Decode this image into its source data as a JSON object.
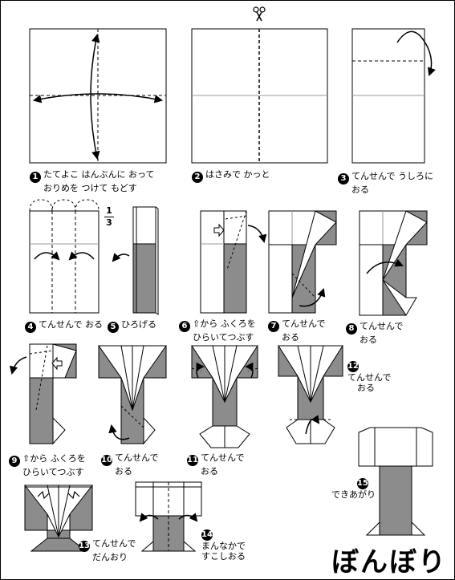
{
  "title": "ぼんぼり",
  "fraction": {
    "numerator": "1",
    "denominator": "3"
  },
  "steps": [
    {
      "num": "1",
      "line1": "たてよこ はんぶんに おって",
      "line2": "おりめを つけて もどす"
    },
    {
      "num": "2",
      "line1": "はさみで かっと",
      "line2": ""
    },
    {
      "num": "3",
      "line1": "てんせんで うしろに",
      "line2": "おる"
    },
    {
      "num": "4",
      "line1": "てんせんで おる",
      "line2": ""
    },
    {
      "num": "5",
      "line1": "ひろげる",
      "line2": ""
    },
    {
      "num": "6",
      "line1": "⇧から ふくろを",
      "line2": "ひらいてつぶす"
    },
    {
      "num": "7",
      "line1": "てんせんで",
      "line2": "おる"
    },
    {
      "num": "8",
      "line1": "てんせんで",
      "line2": "おる"
    },
    {
      "num": "9",
      "line1": "⇧から ふくろを",
      "line2": "ひらいてつぶす"
    },
    {
      "num": "10",
      "line1": "てんせんで",
      "line2": "おる"
    },
    {
      "num": "11",
      "line1": "てんせんで",
      "line2": "おる"
    },
    {
      "num": "12",
      "line1": "てんせんで",
      "line2": "おる"
    },
    {
      "num": "13",
      "line1": "てんせんで",
      "line2": "だんおり"
    },
    {
      "num": "14",
      "line1": "まんなかで",
      "line2": "すこしおる"
    },
    {
      "num": "15",
      "line1": "できあがり",
      "line2": ""
    }
  ],
  "colors": {
    "paper": "#ffffff",
    "shade": "#8c8c8c",
    "line": "#000000",
    "crease": "#9a9a9a"
  },
  "icons": [
    "scissors-icon",
    "arrow-icon",
    "hollow-arrow-icon"
  ]
}
